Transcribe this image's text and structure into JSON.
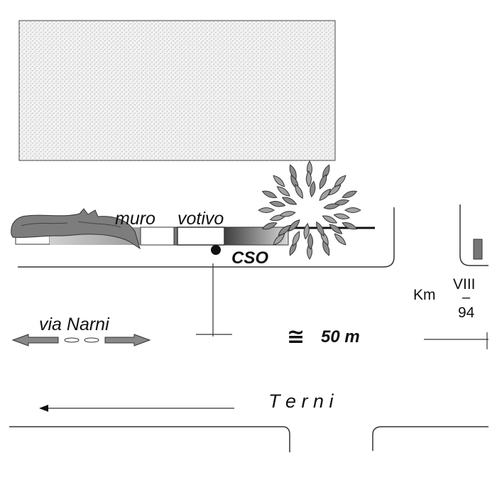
{
  "labels": {
    "muro": "muro",
    "votivo": "votivo",
    "cso": "CSO",
    "via_narni": "via  Narni",
    "approx_symbol": "≅",
    "distance": "50 m",
    "km_prefix": "Km",
    "km_roman": "VIII",
    "km_dash": "–",
    "km_number": "94",
    "terni": "T e r n i"
  },
  "icons": {
    "tree": "tree-canopy-icon",
    "bush": "bush-icon",
    "marker": "cso-point-icon"
  },
  "colors": {
    "ink": "#111111",
    "wall_fill": "#8a8a8a",
    "bush_fill": "#7a7a7a",
    "tree_fill": "#8f8f8f",
    "stipple": "#bdbdbd"
  }
}
